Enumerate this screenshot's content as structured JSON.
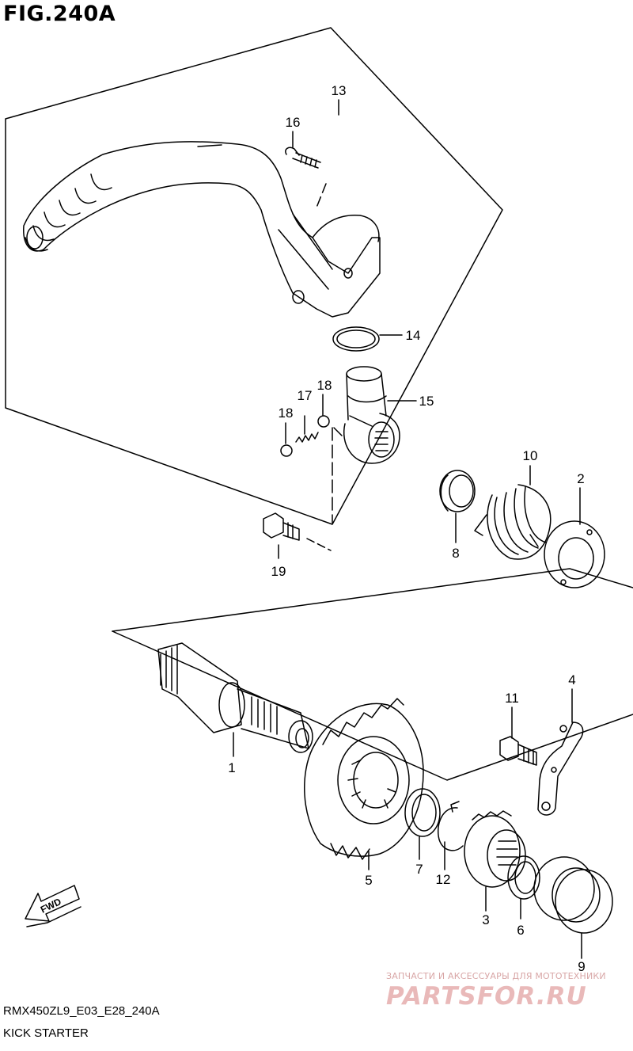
{
  "figure": {
    "title": "FIG.240A",
    "code": "RMX450ZL9_E03_E28_240A",
    "caption": "KICK STARTER"
  },
  "direction_arrow": {
    "label": "FWD"
  },
  "callouts": [
    "1",
    "2",
    "3",
    "4",
    "5",
    "6",
    "7",
    "8",
    "9",
    "10",
    "11",
    "12",
    "13",
    "14",
    "15",
    "16",
    "17",
    "18",
    "18",
    "19"
  ],
  "watermark": {
    "line1": "ЗАПЧАСТИ И АКСЕССУАРЫ ДЛЯ МОТОТЕХНИКИ",
    "logo": "PARTSFOR.RU"
  }
}
